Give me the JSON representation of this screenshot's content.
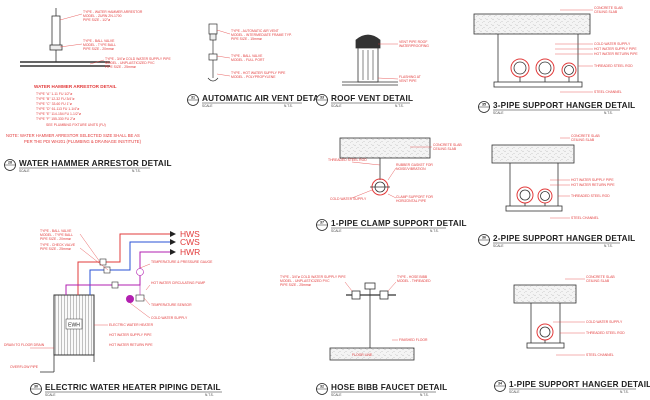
{
  "titles": {
    "water_hammer": "WATER HAMMER ARRESTOR DETAIL",
    "auto_air_vent": "AUTOMATIC AIR VENT DETAIL",
    "roof_vent": "ROOF VENT DETAIL",
    "three_pipe": "3-PIPE SUPPORT HANGER DETAIL",
    "one_pipe_clamp": "1-PIPE CLAMP SUPPORT DETAIL",
    "two_pipe": "2-PIPE SUPPORT HANGER DETAIL",
    "water_heater": "ELECTRIC WATER HEATER PIPING DETAIL",
    "hose_bibb": "HOSE BIBB FAUCET DETAIL",
    "one_pipe_hanger": "1-PIPE SUPPORT HANGER DETAIL"
  },
  "common": {
    "scale": "SCALE",
    "nts": "N.T.S."
  },
  "arrestor_table": {
    "header": "WATER HAMMER ARRESTOR DETAIL",
    "rows": [
      "TYPE \"A\"      1-11 FU      1/2\"ø",
      "TYPE \"B\"      12-32 FU     3/4\"ø",
      "TYPE \"C\"      33-60 FU     1\"ø",
      "TYPE \"D\"      61-113 FU    1-1/4\"ø",
      "TYPE \"E\"      114-154 FU   1-1/2\"ø",
      "TYPE \"F\"      155-330 FU   2\"ø"
    ],
    "footer": "SEE PLUMBING FIXTURE UNITS (FU)",
    "note_1": "NOTE:  WATER HAMMER ARRESTOR SELECTED SIZE SHALL BE AS",
    "note_2": "PER THE PDI WH201 (PLUMBING & DRAINAGE INSTITUTE)"
  },
  "labels": {
    "wha_top": "TYPE - WATER HAMMER ARRESTOR",
    "wha_model": "MODEL - ZURN ZN-1700",
    "wha_size": "PIPE SIZE - 1/2\"ø",
    "ball_valve": "TYPE - BALL VALVE",
    "ball_model": "MODEL - TYPE BALL",
    "pipe_size_20": "PIPE SIZE - 20mmø",
    "cold_supply": "TYPE - 3/4\"ø COLD WATER SUPPLY PIPE",
    "cold_model": "MODEL - UNPLASTICIZED PVC",
    "pipe_size_25": "PIPE SIZE - 25mmø",
    "aav_type": "TYPE - AUTOMATIC AIR VENT",
    "aav_model": "MODEL - INTERMEDIATE FRAME TYP.",
    "aav_size": "PIPE SIZE - 15mmø",
    "aav_valve": "TYPE - BALL VALVE",
    "aav_valve_model": "MODEL - FULL PORT",
    "aav_supply": "TYPE - HOT WATER SUPPLY PIPE",
    "aav_supply_model": "MODEL - POLYPROPYLENE",
    "rv_top": "VENT PIPE ROOF",
    "rv_top2": "WATERPROOFING",
    "rv_flash": "FLASHING AT",
    "rv_flash2": "VENT PIPE",
    "slab_1": "CONCRETE SLAB",
    "slab_2": "CEILING SLAB",
    "rod": "THREADED STEEL ROD",
    "clamp": "CLAMP SUPPORT FOR",
    "clamp2": "HORIZONTAL PIPE",
    "rubber": "RUBBER GASKET FOR",
    "rubber2": "NOISE/VIBRATION",
    "channel": "STEEL CHANNEL",
    "cws": "COLD WATER SUPPLY",
    "hws": "HOT WATER SUPPLY PIPE",
    "hwr": "HOT WATER RETURN PIPE",
    "ewh": "EWH",
    "hws_tag": "HWS",
    "cws_tag": "CWS",
    "hwr_tag": "HWR",
    "hose_type": "TYPE - HOSE BIBB",
    "hose_model": "MODEL - THREADED",
    "finished_floor": "FINISHED FLOOR",
    "floor": "FLOOR LINE",
    "heater_valve": "TYPE - BALL VALVE",
    "heater_check": "TYPE - CHECK VALVE",
    "heater_gauge": "TEMPERATURE & PRESSURE GAUGE",
    "heater_pump": "HOT WATER CIRCULATING PUMP",
    "heater_sensor": "TEMPERATURE SENSOR",
    "heater_elec": "ELECTRIC WATER HEATER",
    "heater_drain": "DRAIN TO FLOOR DRAIN",
    "heater_overflow": "OVERFLOW PIPE"
  },
  "bubbles": {
    "water_hammer": "28",
    "auto_air_vent": "31",
    "roof_vent": "33",
    "three_pipe": "35",
    "one_pipe_clamp": "37",
    "two_pipe": "36",
    "water_heater": "30",
    "hose_bibb": "32",
    "one_pipe_hanger": "34"
  }
}
